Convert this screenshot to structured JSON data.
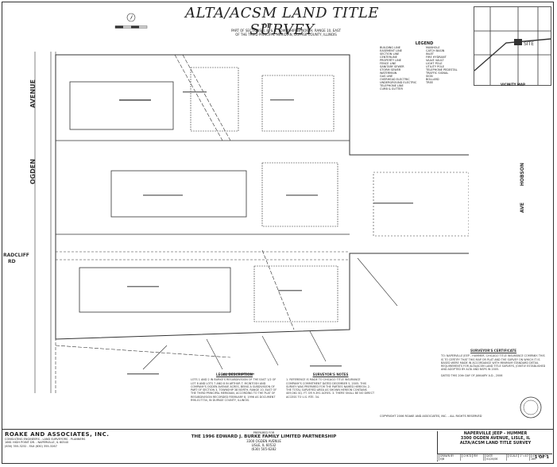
{
  "header": {
    "title": "ALTA/ACSM LAND TITLE SURVEY",
    "of": "OF",
    "subtitle_lines": [
      "PART OF SECTIONS 3, 8, & 9, TOWNSHIP 38 NORTH, RANGE 10, EAST",
      "OF THE THIRD PRINCIPAL MERIDIAN, DUPAGE COUNTY, ILLINOIS"
    ]
  },
  "streets": {
    "ogden": "OGDEN",
    "avenue": "AVENUE",
    "radcliff": "RADCLIFF",
    "radcliff_rd": "RD",
    "hobson": "HOBSON",
    "ave": "AVE"
  },
  "legend": {
    "heading": "LEGEND",
    "items": [
      "BUILDING LINE",
      "EASEMENT LINE",
      "SECTION LINE",
      "CENTERLINE",
      "PROPERTY LINE",
      "FENCE LINE",
      "SANITARY SEWER",
      "STORM SEWER",
      "WATERMAIN",
      "GAS LINE",
      "OVERHEAD ELECTRIC",
      "UNDERGROUND ELECTRIC",
      "TELEPHONE LINE",
      "CURB & GUTTER"
    ],
    "right_items": [
      "MANHOLE",
      "CATCH BASIN",
      "INLET",
      "FIRE HYDRANT",
      "VALVE VAULT",
      "LIGHT POLE",
      "UTILITY POLE",
      "TELEPHONE PEDESTAL",
      "TRAFFIC SIGNAL",
      "SIGN",
      "BOLLARD",
      "TREE"
    ]
  },
  "vicinity_map": {
    "label": "VICINITY MAP",
    "site": "SITE"
  },
  "legal_description": {
    "heading": "LEGAL DESCRIPTION",
    "text": "LOTS 1 AND 2 IN BURKE'S RESUBDIVISION OF THE EAST 1/2 OF LOT 8 AND LOTS 7 AND 8 IN ARTHUR T. MCINTOSH AND COMPANY'S OGDEN AVENUE ACRES, BEING A SUBDIVISION OF PART OF SECTION 3, TOWNSHIP 38 NORTH, RANGE 10, EAST OF THE THIRD PRINCIPAL MERIDIAN, ACCORDING TO THE PLAT OF RESUBDIVISION RECORDED FEBRUARY 8, 1996 AS DOCUMENT R96-017734, IN DUPAGE COUNTY, ILLINOIS."
  },
  "survey_notes": {
    "heading": "SURVEYOR'S NOTES",
    "text": "1. REFERENCE IS MADE TO CHICAGO TITLE INSURANCE COMPANY'S COMMITMENT DATED DECEMBER 5, 2005. THIS SURVEY WAS PREPARED FOR THE PARTIES NAMED HEREON. 2. THE TOTAL SURVEYED AREA AS SHOWN HEREON CONTAINS 409,061 SQ. FT. OR 9.391 ACRES. 3. THERE SHALL BE NO DIRECT ACCESS TO U.S. RTE. 34."
  },
  "certificate": {
    "heading": "SURVEYOR'S CERTIFICATE",
    "text": "TO: NAPERVILLE JEEP - HUMMER, CHICAGO TITLE INSURANCE COMPANY. THIS IS TO CERTIFY THAT THIS MAP OR PLAT AND THE SURVEY ON WHICH IT IS BASED WERE MADE IN ACCORDANCE WITH MINIMUM STANDARD DETAIL REQUIREMENTS FOR ALTA/ACSM LAND TITLE SURVEYS, JOINTLY ESTABLISHED AND ADOPTED BY ALTA AND NSPS IN 2005.",
    "dated": "DATED THIS 20th DAY OF JANUARY A.D., 2006"
  },
  "title_block": {
    "company": "ROAKE AND ASSOCIATES, INC.",
    "company_lines": [
      "CONSULTING ENGINEERS - LAND SURVEYORS - PLANNERS",
      "1661 HIGH POINT DR. - NAPERVILLE, IL 60540",
      "(630) 355-3232 - FAX (630) 355-3267"
    ],
    "prepared_for_label": "PREPARED FOR",
    "client": "THE 1996 EDWARD J. BURKE FAMILY LIMITED PARTNERSHIP",
    "client_addr": [
      "3300 OGDEN AVENUE",
      "LISLE, IL 60532",
      "(630) 505-6282"
    ],
    "project_lines": [
      "NAPERVILLE JEEP - HUMMER",
      "3300 OGDEN AVENUE, LISLE, IL",
      "ALTA/ACSM LAND TITLE SURVEY"
    ],
    "row_labels": [
      "DRAWN BY",
      "CHK'D",
      "DATE",
      "SCALE",
      "JOB NO."
    ],
    "row_values": [
      "EJB",
      "RM",
      "01/20/06",
      "1\"=40'",
      "05-165"
    ],
    "sheet": "1 OF 1"
  },
  "copyright": "COPYRIGHT 2006 ROAKE AND ASSOCIATES, INC. - ALL RIGHTS RESERVED",
  "colors": {
    "ink": "#222222",
    "paper": "#ffffff"
  }
}
